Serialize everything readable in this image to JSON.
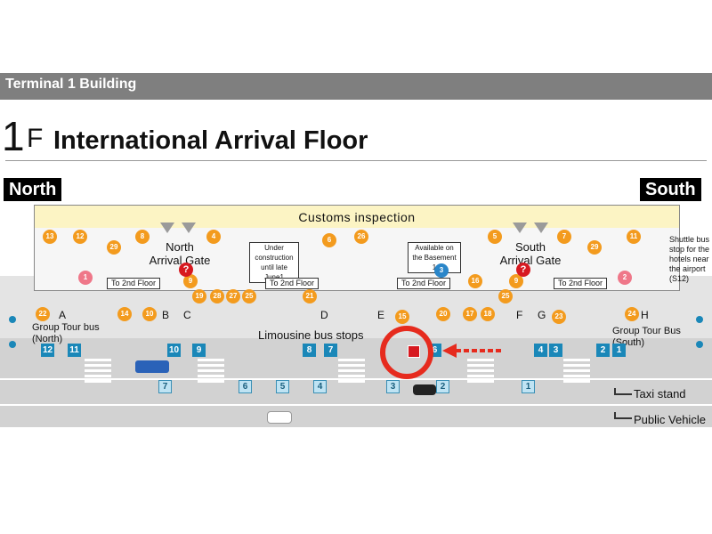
{
  "header": {
    "building": "Terminal 1 Building"
  },
  "title": {
    "floor_number": "1",
    "floor_letter": "F",
    "text": "International Arrival Floor"
  },
  "directions": {
    "north": "North",
    "south": "South"
  },
  "customs": "Customs inspection",
  "gates": {
    "north": "North\nArrival Gate",
    "south": "South\nArrival Gate"
  },
  "notes": {
    "construction": "Under construction until late June1",
    "basement": "Available on the Basement 1",
    "to_2nd_floor": "To 2nd Floor",
    "shuttle": "Shuttle bus stop for the hotels near the airport (S12)"
  },
  "gate_letters": [
    "A",
    "B",
    "C",
    "D",
    "E",
    "F",
    "G",
    "H"
  ],
  "labels": {
    "limousine": "Limousine bus stops",
    "group_north": "Group Tour bus (North)",
    "group_south": "Group Tour Bus (South)",
    "taxi": "Taxi stand",
    "public": "Public Vehicle"
  },
  "stops_dark": [
    "12",
    "11",
    "10",
    "9",
    "8",
    "7",
    "6",
    "4",
    "3",
    "2",
    "1"
  ],
  "stops_light": [
    "7",
    "6",
    "5",
    "4",
    "3",
    "2",
    "1"
  ],
  "facility_numbers_upper": [
    "13",
    "12",
    "29",
    "8",
    "4",
    "26",
    "6",
    "5",
    "7",
    "29",
    "11"
  ],
  "facility_numbers_lower": [
    "22",
    "1",
    "14",
    "10",
    "9",
    "19",
    "28",
    "27",
    "25",
    "21",
    "15",
    "3",
    "20",
    "16",
    "17",
    "18",
    "25",
    "9",
    "23",
    "2",
    "24"
  ],
  "colors": {
    "highlight_red": "#e62b1e",
    "stop_blue": "#1a87b8",
    "facility_orange": "#f39b1e"
  }
}
